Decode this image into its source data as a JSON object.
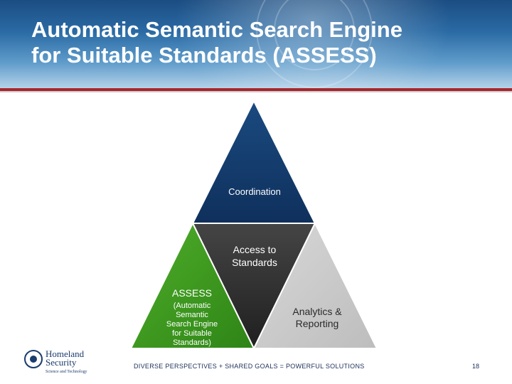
{
  "title": {
    "line1": "Automatic Semantic Search Engine",
    "line2": "for Suitable Standards (ASSESS)"
  },
  "diagram": {
    "top": {
      "label": "Coordination",
      "color": "#123a6b"
    },
    "center": {
      "label_line1": "Access to",
      "label_line2": "Standards",
      "color": "#333333"
    },
    "right": {
      "label_line1": "Analytics &",
      "label_line2": "Reporting",
      "color": "#c9c9c9"
    },
    "left": {
      "label": "ASSESS",
      "sub_lines": [
        "(Automatic",
        "Semantic",
        "Search Engine",
        "for Suitable",
        "Standards)"
      ],
      "color": "#3d9a1e"
    }
  },
  "logo": {
    "name_line1": "Homeland",
    "name_line2": "Security",
    "sub": "Science and Technology"
  },
  "footer": {
    "tagline": "DIVERSE PERSPECTIVES + SHARED GOALS = POWERFUL SOLUTIONS"
  },
  "page_number": "18",
  "colors": {
    "header": "#1b4d82",
    "accent_red": "#a8252b"
  }
}
